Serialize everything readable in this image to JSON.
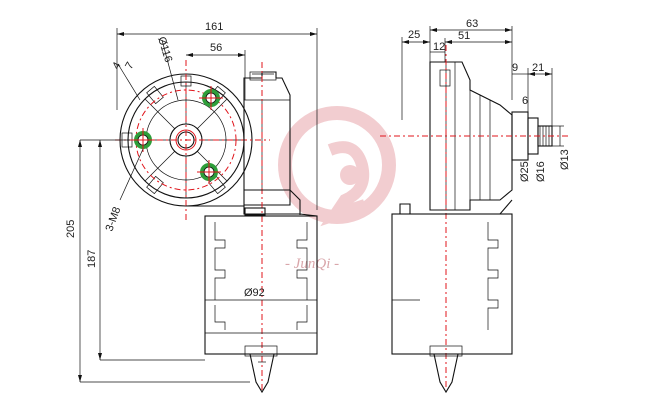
{
  "drawing": {
    "dimensions": {
      "overall_width": "161",
      "bolt_circle_dia": "Ø116",
      "hole_offset": "56",
      "bolt_spec": "3-M8",
      "height_total": "205",
      "height_body": "187",
      "housing_dia": "Ø92",
      "side_depth": "63",
      "side_flange": "25",
      "side_body": "51",
      "side_gap": "12",
      "shaft_step": "9",
      "shaft_len": "21",
      "shaft_small": "6",
      "boss_dia": "Ø25",
      "shaft_dia_16": "Ø16",
      "shaft_dia_13": "Ø13"
    },
    "watermark": "- JunQi -",
    "colors": {
      "line": "#111111",
      "centerline": "#e0141b",
      "hole_ring": "#2e9e3a",
      "watermark": "#e5a3a8"
    }
  }
}
